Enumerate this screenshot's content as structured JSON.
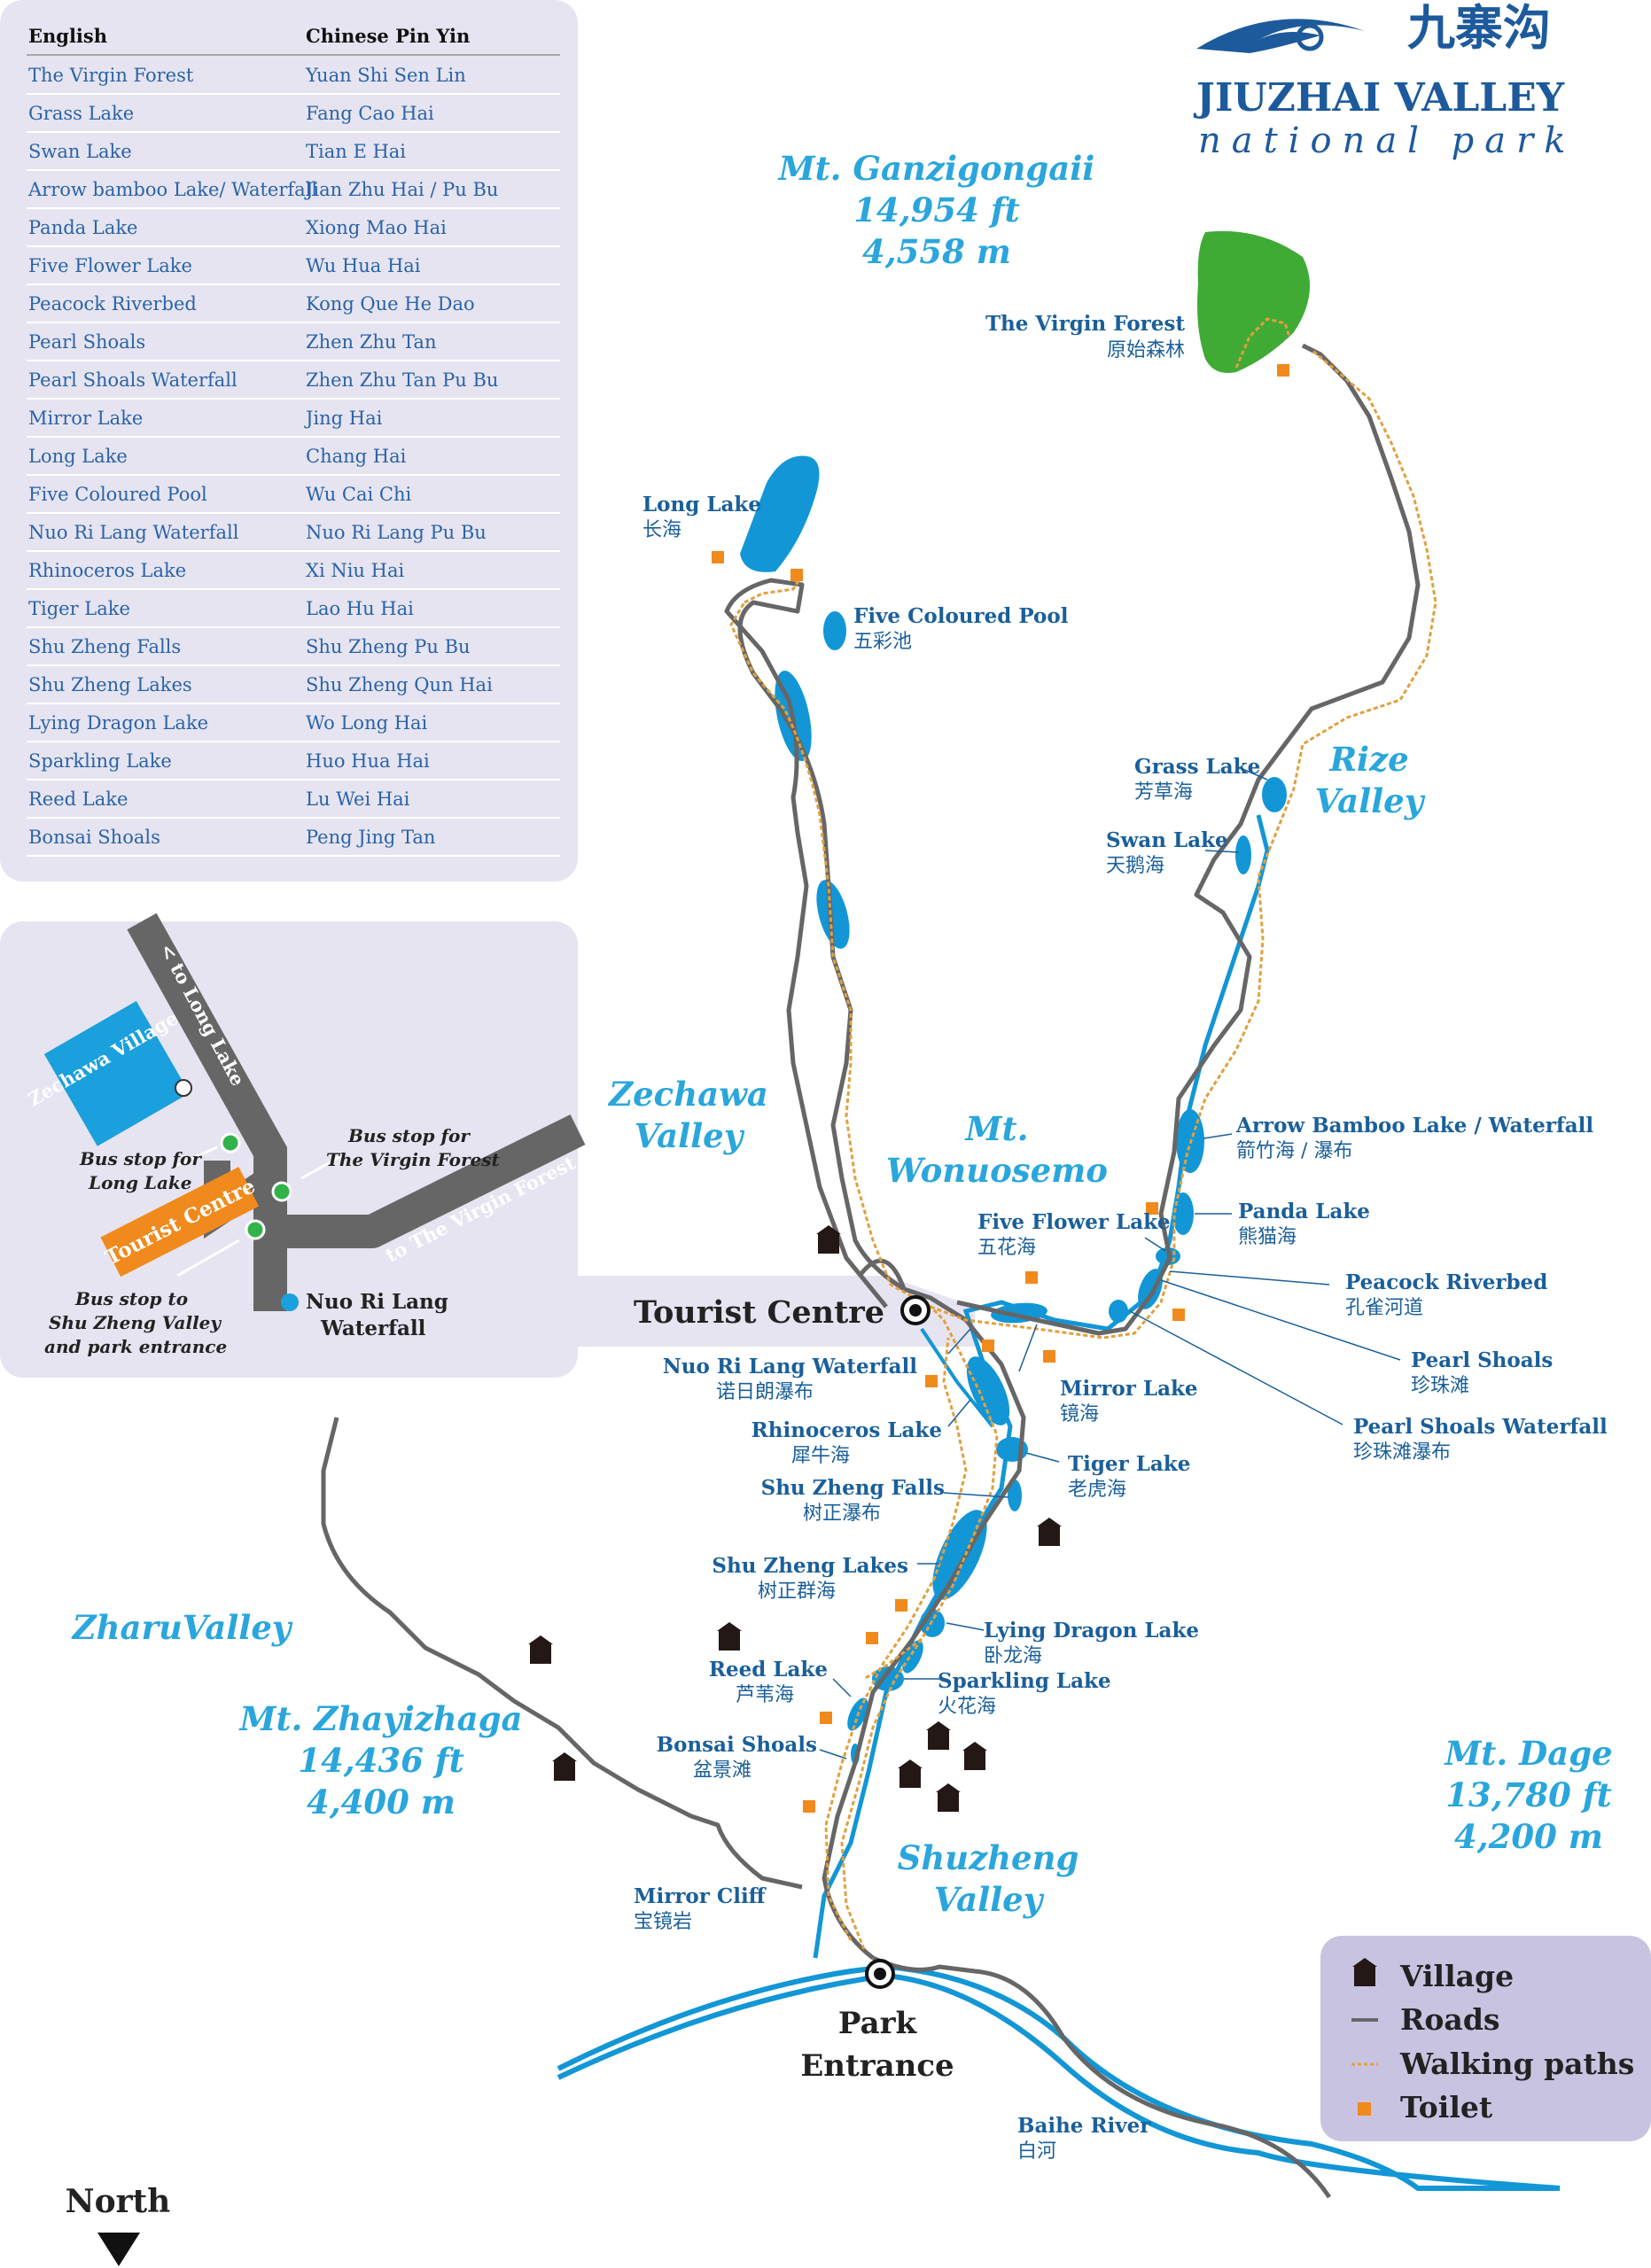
{
  "brand": {
    "title_line1": "JIUZHAI VALLEY",
    "title_line2": "national park",
    "logo_chinese": "九寨沟",
    "color": "#1d5a9c"
  },
  "table": {
    "headers": [
      "English",
      "Chinese Pin Yin"
    ],
    "rows": [
      [
        "The Virgin Forest",
        "Yuan Shi Sen Lin"
      ],
      [
        "Grass Lake",
        "Fang Cao Hai"
      ],
      [
        "Swan Lake",
        "Tian E Hai"
      ],
      [
        "Arrow bamboo Lake/ Waterfall",
        "Jian Zhu Hai / Pu Bu"
      ],
      [
        "Panda Lake",
        "Xiong Mao Hai"
      ],
      [
        "Five Flower Lake",
        "Wu Hua Hai"
      ],
      [
        "Peacock Riverbed",
        "Kong Que He Dao"
      ],
      [
        "Pearl Shoals",
        "Zhen Zhu Tan"
      ],
      [
        "Pearl Shoals Waterfall",
        "Zhen Zhu Tan Pu Bu"
      ],
      [
        "Mirror Lake",
        "Jing Hai"
      ],
      [
        "Long Lake",
        "Chang Hai"
      ],
      [
        "Five Coloured Pool",
        "Wu Cai Chi"
      ],
      [
        "Nuo Ri Lang Waterfall",
        "Nuo Ri Lang Pu Bu"
      ],
      [
        "Rhinoceros Lake",
        "Xi Niu Hai"
      ],
      [
        "Tiger Lake",
        "Lao Hu Hai"
      ],
      [
        "Shu Zheng Falls",
        "Shu Zheng Pu Bu"
      ],
      [
        "Shu Zheng Lakes",
        "Shu Zheng Qun Hai"
      ],
      [
        "Lying Dragon Lake",
        "Wo Long Hai"
      ],
      [
        "Sparkling Lake",
        "Huo Hua Hai"
      ],
      [
        "Reed Lake",
        "Lu Wei Hai"
      ],
      [
        "Bonsai Shoals",
        "Peng Jing Tan"
      ]
    ]
  },
  "inset": {
    "village": "Zechawa Village",
    "tourist_centre": "Tourist Centre",
    "to_long_lake": "< to Long Lake",
    "to_virgin_forest": "to The Virgin Forest >",
    "bus_virgin_1": "Bus stop for",
    "bus_virgin_2": "The Virgin Forest",
    "bus_long_1": "Bus stop for",
    "bus_long_2": "Long Lake",
    "bus_shu_1": "Bus stop to",
    "bus_shu_2": "Shu Zheng Valley",
    "bus_shu_3": "and park entrance",
    "nuo_1": "Nuo Ri Lang",
    "nuo_2": "Waterfall"
  },
  "mountains": {
    "ganzigongaii": [
      "Mt. Ganzigongaii",
      "14,954 ft",
      "4,558 m"
    ],
    "wonuosemo": [
      "Mt.",
      "Wonuosemo"
    ],
    "zhayizhaga": [
      "Mt. Zhayizhaga",
      "14,436 ft",
      "4,400 m"
    ],
    "dage": [
      "Mt. Dage",
      "13,780 ft",
      "4,200 m"
    ]
  },
  "valleys": {
    "rize": [
      "Rize",
      "Valley"
    ],
    "zechawa": [
      "Zechawa",
      "Valley"
    ],
    "zharu": "ZharuValley",
    "shuzheng": [
      "Shuzheng",
      "Valley"
    ]
  },
  "labels": {
    "virgin_forest": [
      "The Virgin Forest",
      "原始森林"
    ],
    "long_lake": [
      "Long Lake",
      "长海"
    ],
    "five_coloured_pool": [
      "Five Coloured Pool",
      "五彩池"
    ],
    "grass_lake": [
      "Grass Lake",
      "芳草海"
    ],
    "swan_lake": [
      "Swan Lake",
      "天鹅海"
    ],
    "arrow_bamboo": [
      "Arrow Bamboo Lake / Waterfall",
      "箭竹海 / 瀑布"
    ],
    "panda_lake": [
      "Panda Lake",
      "熊猫海"
    ],
    "five_flower": [
      "Five Flower Lake",
      "五花海"
    ],
    "peacock": [
      "Peacock Riverbed",
      "孔雀河道"
    ],
    "pearl_shoals": [
      "Pearl Shoals",
      "珍珠滩"
    ],
    "pearl_waterfall": [
      "Pearl Shoals Waterfall",
      "珍珠滩瀑布"
    ],
    "mirror_lake": [
      "Mirror Lake",
      "镜海"
    ],
    "nuo_ri_lang": [
      "Nuo Ri Lang Waterfall",
      "诺日朗瀑布"
    ],
    "rhinoceros": [
      "Rhinoceros Lake",
      "犀牛海"
    ],
    "tiger_lake": [
      "Tiger Lake",
      "老虎海"
    ],
    "shu_falls": [
      "Shu Zheng Falls",
      "树正瀑布"
    ],
    "shu_lakes": [
      "Shu Zheng Lakes",
      "树正群海"
    ],
    "lying_dragon": [
      "Lying Dragon Lake",
      "卧龙海"
    ],
    "sparkling": [
      "Sparkling Lake",
      "火花海"
    ],
    "reed_lake": [
      "Reed Lake",
      "芦苇海"
    ],
    "bonsai": [
      "Bonsai Shoals",
      "盆景滩"
    ],
    "mirror_cliff": [
      "Mirror Cliff",
      "宝镜岩"
    ],
    "baihe": [
      "Baihe River",
      "白河"
    ],
    "tourist_centre": "Tourist Centre",
    "park_entrance": [
      "Park",
      "Entrance"
    ],
    "north": "North"
  },
  "legend": {
    "village": "Village",
    "roads": "Roads",
    "paths": "Walking paths",
    "toilet": "Toilet"
  },
  "colors": {
    "water": "#1296d6",
    "road": "#666666",
    "path": "#e0a040",
    "toilet": "#f08a1c",
    "forest": "#3fab35",
    "panel": "#e6e4f0",
    "legend_bg": "#c9c3e2",
    "label": "#1a5f9a",
    "region": "#2aa6dc"
  }
}
